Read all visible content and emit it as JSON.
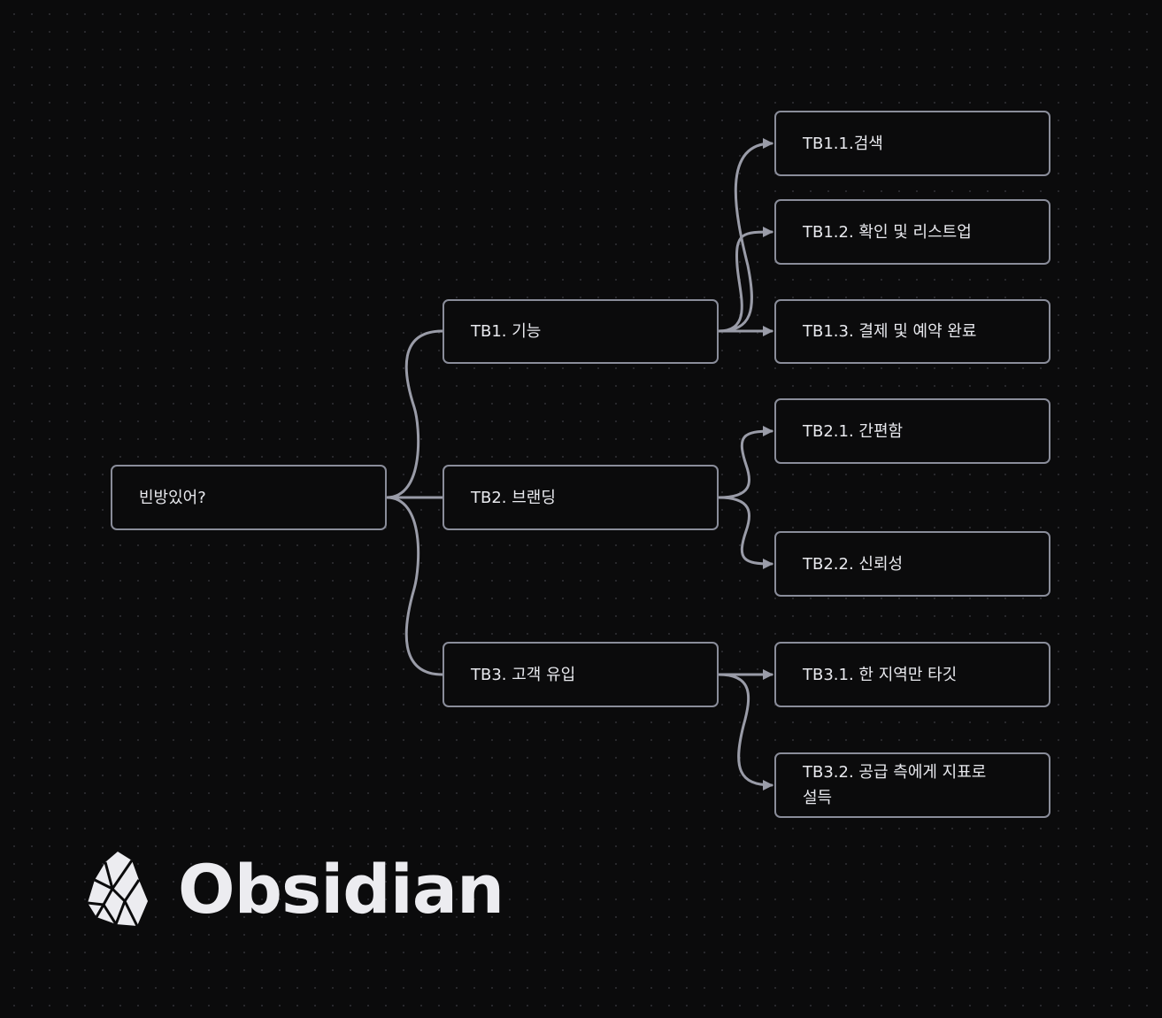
{
  "nodes": {
    "root": "빈방있어?",
    "tb1": "TB1. 기능",
    "tb2": "TB2. 브랜딩",
    "tb3": "TB3. 고객 유입",
    "tb1_1": "TB1.1.검색",
    "tb1_2": "TB1.2. 확인 및 리스트업",
    "tb1_3": "TB1.3. 결제 및 예약 완료",
    "tb2_1": "TB2.1. 간편함",
    "tb2_2": "TB2.2. 신뢰성",
    "tb3_1": "TB3.1. 한 지역만 타깃",
    "tb3_2": "TB3.2. 공급 측에게 지표로\n설득"
  },
  "logo": {
    "icon": "obsidian-crystal-icon",
    "wordmark": "Obsidian"
  },
  "colors": {
    "background": "#0b0b0c",
    "edge": "#9a9ca8",
    "node_border": "#8a8d9a",
    "text": "#e8e9ee"
  }
}
